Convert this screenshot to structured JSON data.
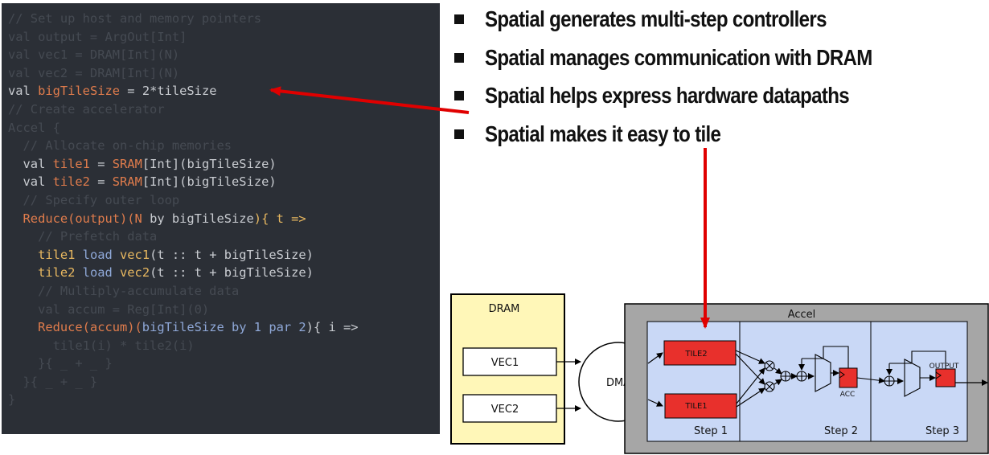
{
  "code_lines": [
    [
      {
        "t": "// Set up host and memory pointers",
        "c": "dim"
      }
    ],
    [
      {
        "t": "val output = ArgOut[Int]",
        "c": "dim"
      }
    ],
    [
      {
        "t": "val vec1 = DRAM[Int](N)",
        "c": "dim"
      }
    ],
    [
      {
        "t": "val vec2 = DRAM[Int](N)",
        "c": "dim"
      }
    ],
    [
      {
        "t": "val ",
        "c": "w"
      },
      {
        "t": "bigTileSize",
        "c": "o"
      },
      {
        "t": " = 2*tileSize",
        "c": "w"
      }
    ],
    [
      {
        "t": "// Create accelerator",
        "c": "dim"
      }
    ],
    [
      {
        "t": "Accel {",
        "c": "dim"
      }
    ],
    [
      {
        "t": "  // Allocate on-chip memories",
        "c": "dim"
      }
    ],
    [
      {
        "t": "  val ",
        "c": "w"
      },
      {
        "t": "tile1",
        "c": "o"
      },
      {
        "t": " = ",
        "c": "w"
      },
      {
        "t": "SRAM",
        "c": "o"
      },
      {
        "t": "[Int](bigTileSize)",
        "c": "w"
      }
    ],
    [
      {
        "t": "  val ",
        "c": "w"
      },
      {
        "t": "tile2",
        "c": "o"
      },
      {
        "t": " = ",
        "c": "w"
      },
      {
        "t": "SRAM",
        "c": "o"
      },
      {
        "t": "[Int](bigTileSize)",
        "c": "w"
      }
    ],
    [
      {
        "t": "  // Specify outer loop",
        "c": "dim"
      }
    ],
    [
      {
        "t": "  Reduce(output)(N",
        "c": "o"
      },
      {
        "t": " by bigTileSize",
        "c": "w"
      },
      {
        "t": "){ t =>",
        "c": "y"
      }
    ],
    [
      {
        "t": "    // Prefetch data",
        "c": "dim"
      }
    ],
    [
      {
        "t": "    tile1",
        "c": "y"
      },
      {
        "t": " load ",
        "c": "b"
      },
      {
        "t": "vec1",
        "c": "y"
      },
      {
        "t": "(t :: t + bigTileSize)",
        "c": "w"
      }
    ],
    [
      {
        "t": "    tile2",
        "c": "y"
      },
      {
        "t": " load ",
        "c": "b"
      },
      {
        "t": "vec2",
        "c": "y"
      },
      {
        "t": "(t :: t + bigTileSize)",
        "c": "w"
      }
    ],
    [
      {
        "t": "    // Multiply-accumulate data",
        "c": "dim"
      }
    ],
    [
      {
        "t": "    val accum = Reg[Int](0)",
        "c": "dim"
      }
    ],
    [
      {
        "t": "    Reduce(accum)(",
        "c": "o"
      },
      {
        "t": "bigTileSize by 1 par 2",
        "c": "b"
      },
      {
        "t": "){ i =>",
        "c": "w"
      }
    ],
    [
      {
        "t": "      tile1(i) * tile2(i)",
        "c": "dim"
      }
    ],
    [
      {
        "t": "    }{ _ + _ }",
        "c": "dim"
      }
    ],
    [
      {
        "t": "  }{ _ + _ }",
        "c": "dim"
      }
    ],
    [
      {
        "t": "}",
        "c": "dim"
      }
    ]
  ],
  "bullets": [
    "Spatial generates multi-step controllers",
    "Spatial manages communication with DRAM",
    "Spatial helps express hardware datapaths",
    "Spatial makes it easy to tile"
  ],
  "diagram": {
    "dram_label": "DRAM",
    "vec1": "VEC1",
    "vec2": "VEC2",
    "dma": "DMA",
    "accel_label": "Accel",
    "tile2": "TILE2",
    "tile1": "TILE1",
    "acc": "ACC",
    "output": "OUTPUT",
    "step1": "Step 1",
    "step2": "Step 2",
    "step3": "Step 3"
  },
  "colors": {
    "code_bg": "#2b2f36",
    "dram_bg": "#fff7b8",
    "accel_outer": "#a6a6a6",
    "accel_inner": "#c9d8f6",
    "tile_red": "#e8302c",
    "arrow_red": "#e00000"
  }
}
